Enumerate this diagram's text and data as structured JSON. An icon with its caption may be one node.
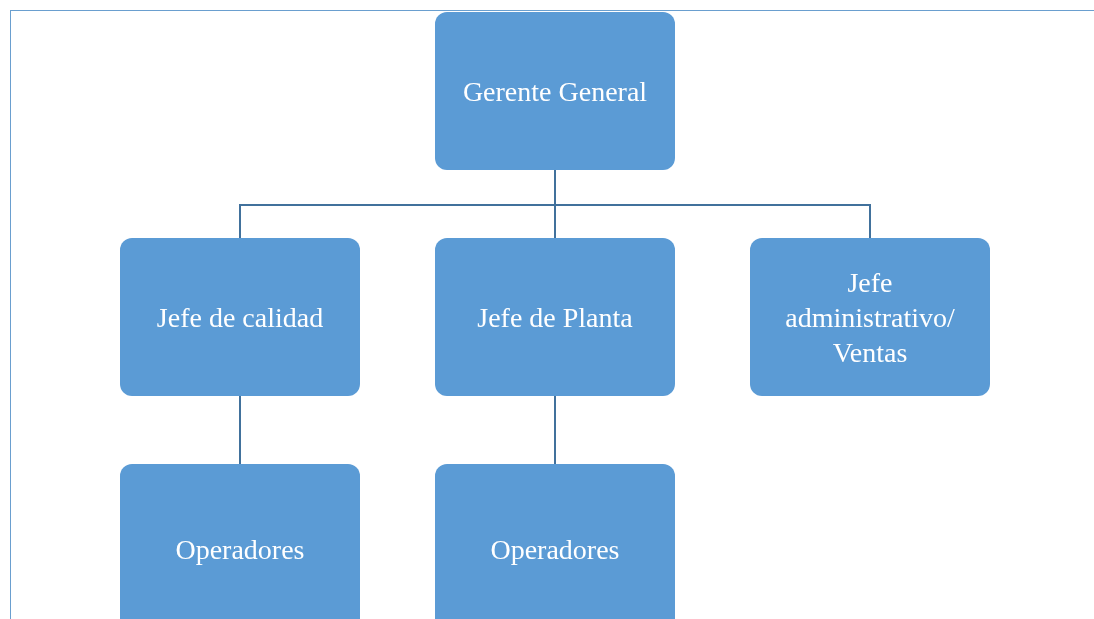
{
  "diagram": {
    "nodes": [
      {
        "text": [
          "Gerente General"
        ]
      },
      {
        "text": [
          "Jefe de calidad"
        ]
      },
      {
        "text": [
          "Jefe de Planta"
        ]
      },
      {
        "text": [
          "Jefe administrativo/ Ventas"
        ]
      },
      {
        "text": [
          "Operadores"
        ]
      },
      {
        "text": [
          "Operadores"
        ]
      }
    ],
    "edges": [
      {
        "from": 0,
        "to": 1,
        "arrow": "none"
      },
      {
        "from": 0,
        "to": 2,
        "arrow": "none"
      },
      {
        "from": 0,
        "to": 3,
        "arrow": "none"
      },
      {
        "from": 1,
        "to": 4,
        "arrow": "none"
      },
      {
        "from": 2,
        "to": 5,
        "arrow": "none"
      }
    ]
  }
}
